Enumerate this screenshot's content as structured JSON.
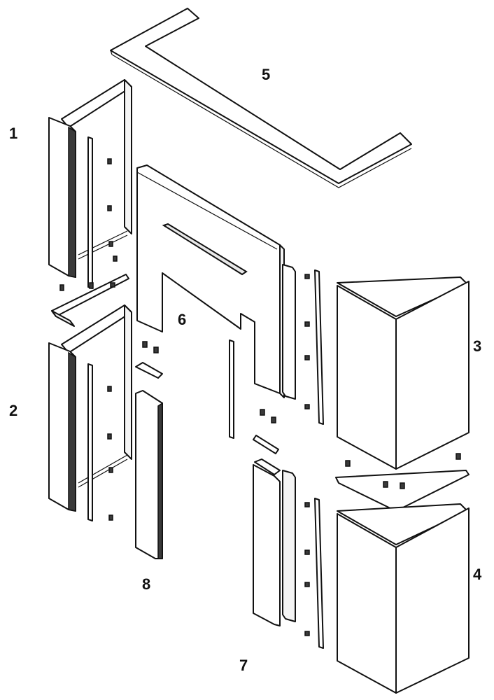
{
  "diagram": {
    "labels": [
      {
        "id": "part-1",
        "text": "1"
      },
      {
        "id": "part-2",
        "text": "2"
      },
      {
        "id": "part-3",
        "text": "3"
      },
      {
        "id": "part-4",
        "text": "4"
      },
      {
        "id": "part-5",
        "text": "5"
      },
      {
        "id": "part-6",
        "text": "6"
      },
      {
        "id": "part-7",
        "text": "7"
      },
      {
        "id": "part-8",
        "text": "8"
      }
    ]
  }
}
